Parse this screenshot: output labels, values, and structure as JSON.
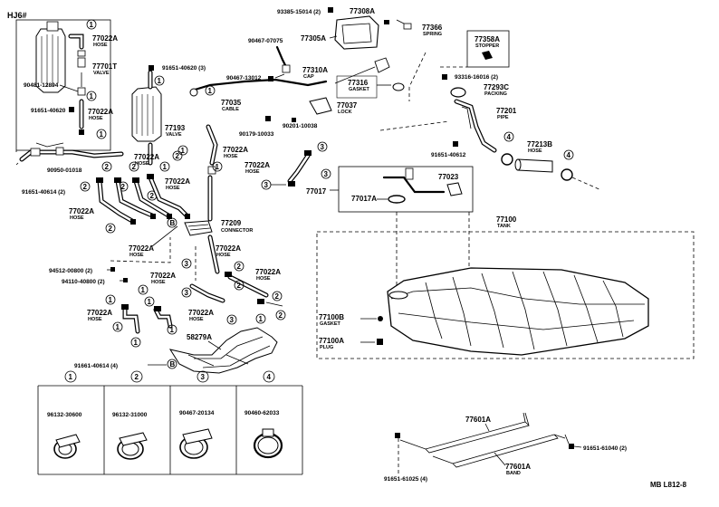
{
  "header": {
    "model": "HJ6#"
  },
  "footer": {
    "ref": "MB   L812-8"
  },
  "labels": {
    "p1": "77022A",
    "p1s": "HOSE",
    "p2": "77701T",
    "p2s": "VALVE",
    "p3": "90481-12894",
    "p4": "91651-40620",
    "p5": "77022A",
    "p5s": "HOSE",
    "p6": "91651-40620 (3)",
    "p7": "77193",
    "p7s": "VALVE",
    "p8": "90950-01018",
    "p9": "91651-40614 (2)",
    "p10": "77022A",
    "p10s": "HOSE",
    "p11": "77022A",
    "p11s": "HOSE",
    "p12": "77022A",
    "p12s": "HOSE",
    "p13": "77022A",
    "p13s": "HOSE",
    "p14": "94512-00800 (2)",
    "p15": "94110-40800 (2)",
    "p16": "77022A",
    "p16s": "HOSE",
    "p17": "77022A",
    "p17s": "HOSE",
    "p18": "77022A",
    "p18s": "HOSE",
    "p19": "91661-40614 (4)",
    "p20": "58279A",
    "p21": "77022A",
    "p21s": "HOSE",
    "p22": "77022A",
    "p22s": "HOSE",
    "p23": "77209",
    "p23s": "CONNECTOR",
    "p24": "77022A",
    "p24s": "HOSE",
    "p25": "77022A",
    "p25s": "HOSE",
    "p26": "77035",
    "p26s": "CABLE",
    "p27": "90467-13012",
    "p28": "90467-07075",
    "p29": "93385-15014 (2)",
    "p30": "77308A",
    "p31": "77305A",
    "p32": "77366",
    "p32s": "SPRING",
    "p33": "77310A",
    "p33s": "CAP",
    "p34": "77316",
    "p34s": "GASKET",
    "p35": "77037",
    "p35s": "LOCK",
    "p36": "90201-10038",
    "p37": "90179-10033",
    "p38": "77358A",
    "p38s": "STOPPER",
    "p39": "93316-16016 (2)",
    "p40": "77293C",
    "p40s": "PACKING",
    "p41": "77201",
    "p41s": "PIPE",
    "p42": "91651-40612",
    "p43": "77213B",
    "p43s": "HOSE",
    "p44": "77023",
    "p45": "77017",
    "p46": "77017A",
    "p47": "77100",
    "p47s": "TANK",
    "p48": "77100B",
    "p48s": "GASKET",
    "p49": "77100A",
    "p49s": "PLUG",
    "p50": "77601A",
    "p51": "77601A",
    "p51s": "BAND",
    "p52": "91651-61040 (2)",
    "p53": "91651-61025 (4)",
    "p54": "B",
    "p55": "B"
  },
  "clamp_table": {
    "headers": [
      "1",
      "2",
      "3",
      "4"
    ],
    "parts": [
      "96132-30600",
      "96132-31000",
      "90467-20134",
      "90460-62033"
    ]
  },
  "callouts": {
    "c1": "1",
    "c2": "2",
    "c3": "3",
    "c4": "4"
  }
}
